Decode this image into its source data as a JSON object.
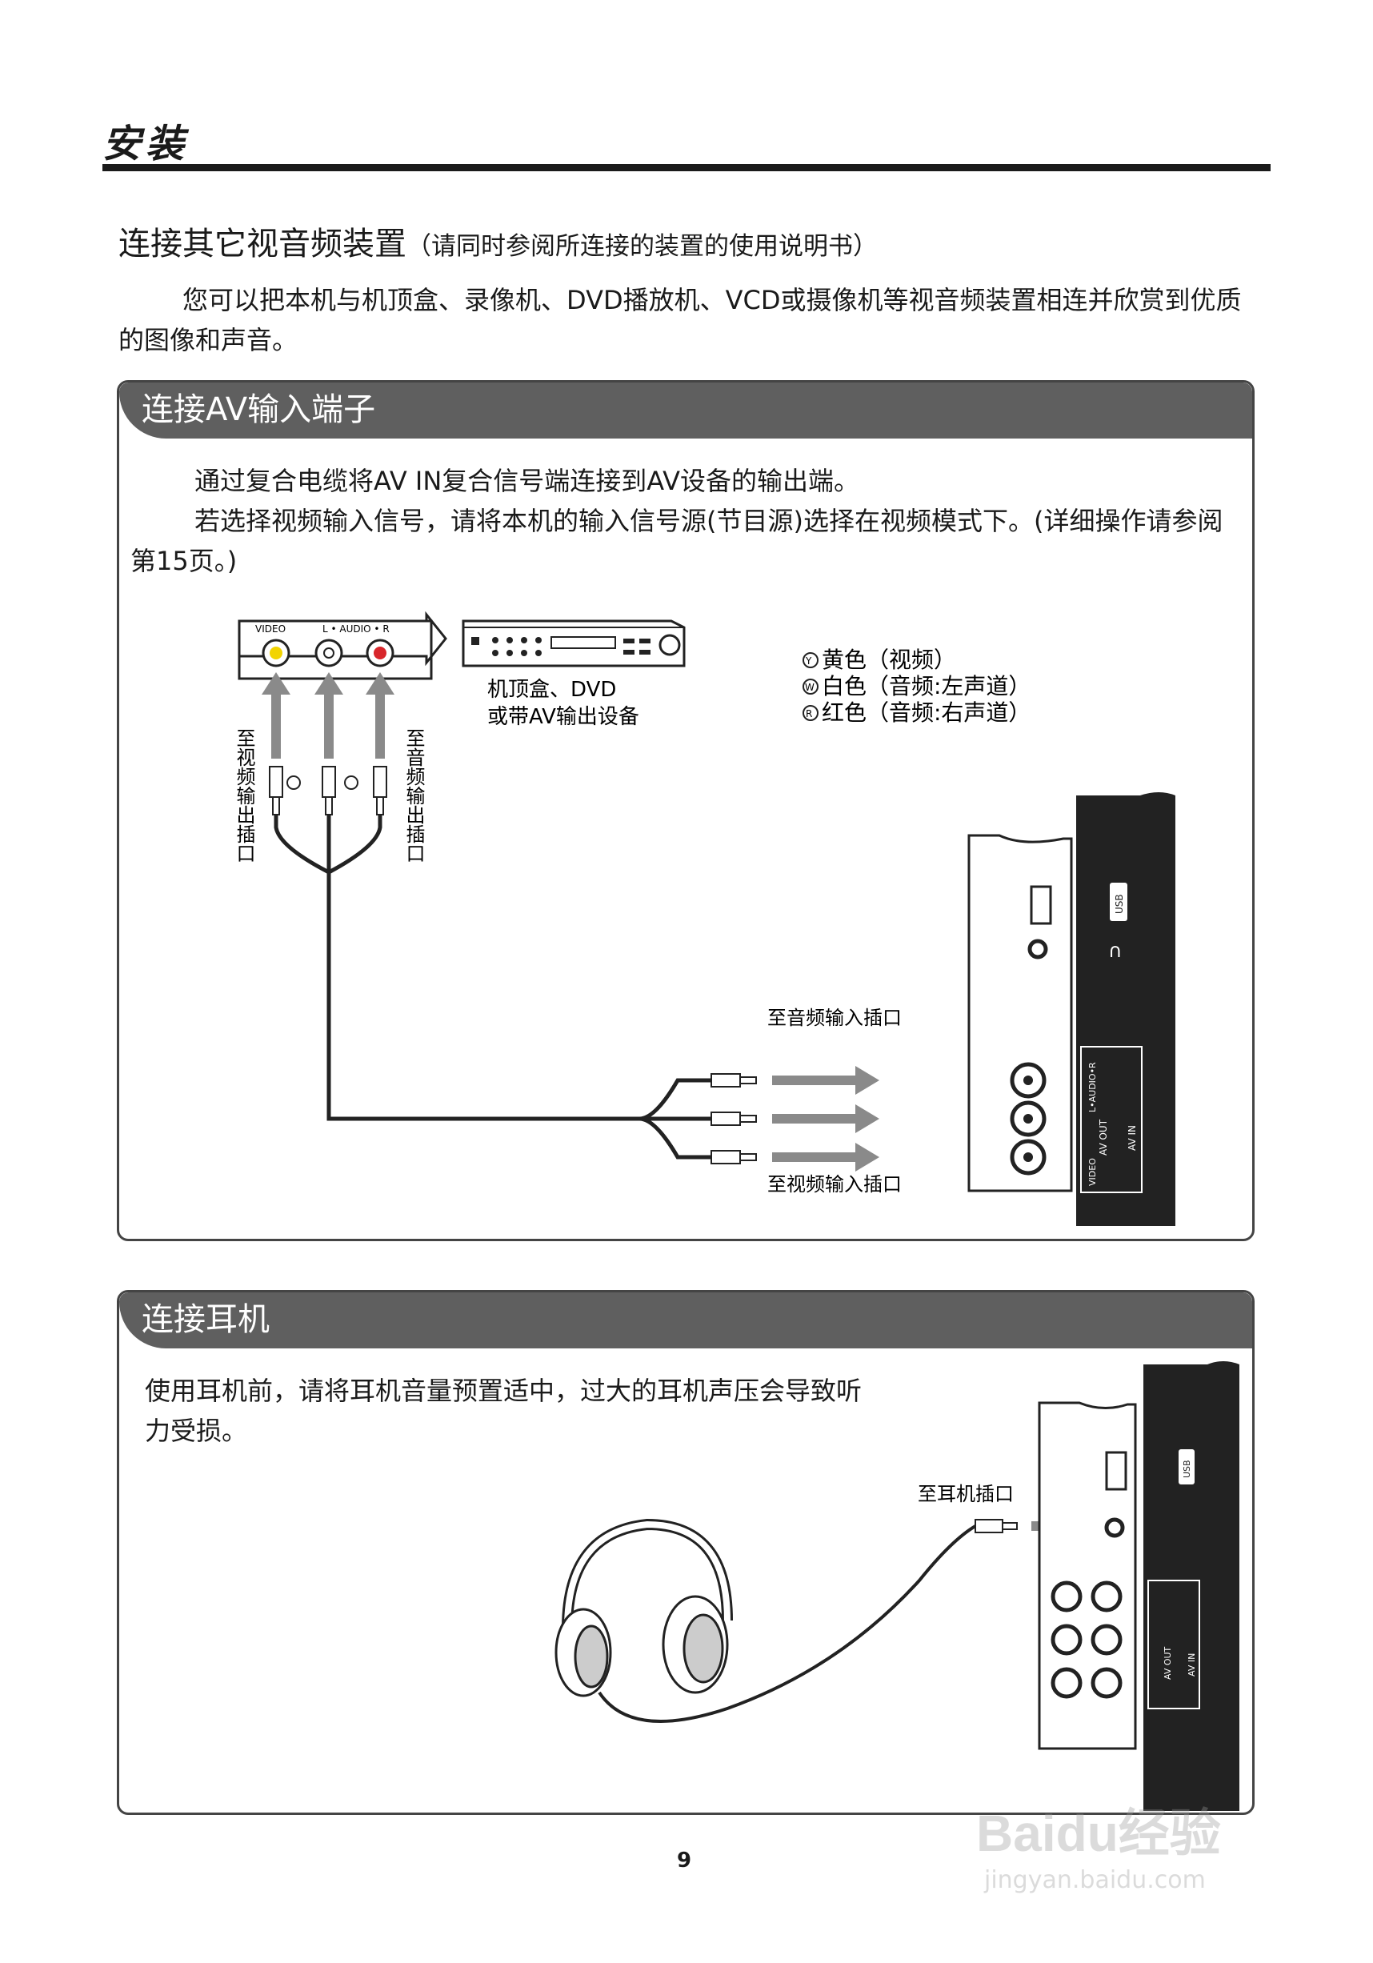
{
  "header": {
    "title": "安装"
  },
  "section": {
    "heading": "连接其它视音频装置",
    "note": "（请同时参阅所连接的装置的使用说明书）",
    "intro": "您可以把本机与机顶盒、录像机、DVD播放机、VCD或摄像机等视音频装置相连并欣赏到优质的图像和声音。"
  },
  "av_panel": {
    "title": "连接AV输入端子",
    "para1": "通过复合电缆将AV IN复合信号端连接到AV设备的输出端。",
    "para2": "若选择视频输入信号，请将本机的输入信号源(节目源)选择在视频模式下。(详细操作请参阅第15页。)",
    "device_labels": {
      "video": "VIDEO",
      "audio": "L • AUDIO • R"
    },
    "device_caption": [
      "机顶盒、DVD",
      "或带AV输出设备"
    ],
    "legend": [
      {
        "mark": "Y",
        "text": "黄色（视频）"
      },
      {
        "mark": "W",
        "text": "白色（音频:左声道）"
      },
      {
        "mark": "R",
        "text": "红色（音频:右声道）"
      }
    ],
    "to_video_out": "至视频输出插口",
    "to_audio_out": "至音频输出插口",
    "to_audio_in": "至音频输入插口",
    "to_video_in": "至视频输入插口",
    "tv_panel_labels": {
      "usb": "USB",
      "av_out": "AV OUT",
      "av_in": "AV IN",
      "audio": "L•AUDIO•R",
      "video": "VIDEO"
    },
    "colors": {
      "yellow": "#f2d400",
      "white": "#ffffff",
      "red": "#d8262b"
    }
  },
  "hp_panel": {
    "title": "连接耳机",
    "text": "使用耳机前，请将耳机音量预置适中，过大的耳机声压会导致听力受损。",
    "to_headphone": "至耳机插口"
  },
  "page_number": "9",
  "watermark": {
    "brand": "Baidu经验",
    "url": "jingyan.baidu.com"
  }
}
